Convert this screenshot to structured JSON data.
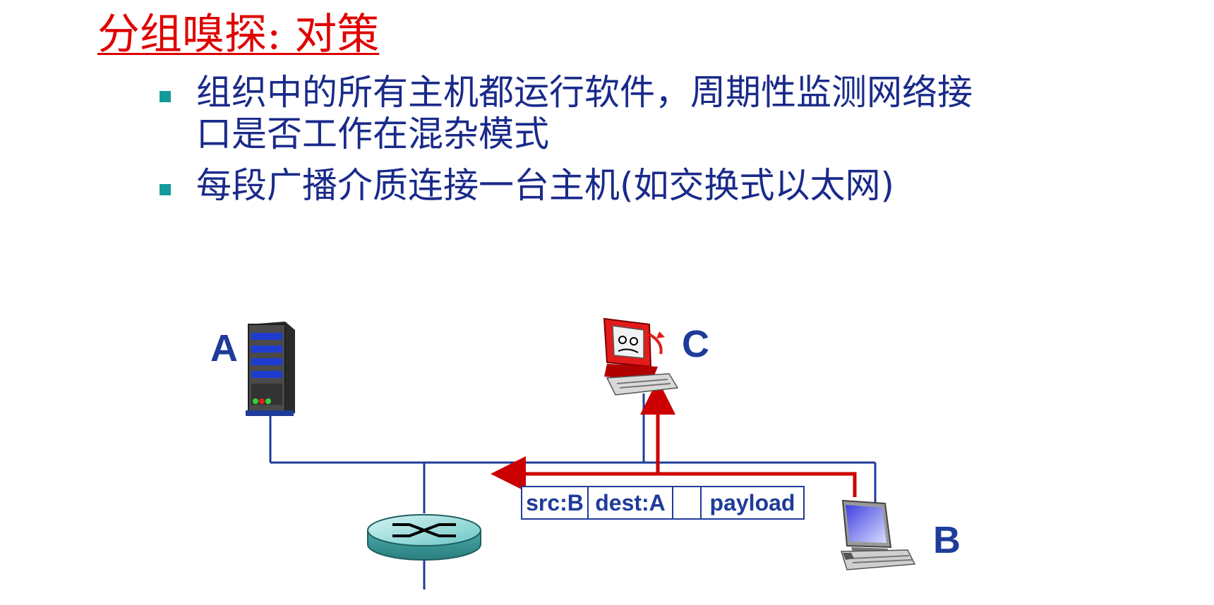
{
  "slide": {
    "title": "分组嗅探: 对策",
    "bullets": [
      {
        "line1": "组织中的所有主机都运行软件，周期性监测网络接",
        "line2": "口是否工作在混杂模式"
      },
      {
        "line1": "每段广播介质连接一台主机(如交换式以太网)"
      }
    ]
  },
  "diagram": {
    "nodes": {
      "a": {
        "label": "A",
        "icon": "server-icon"
      },
      "c": {
        "label": "C",
        "icon": "devil-computer-icon"
      },
      "b": {
        "label": "B",
        "icon": "desktop-computer-icon"
      },
      "switch": {
        "icon": "switch-icon"
      }
    },
    "frame": {
      "src": "src:B",
      "dest": "dest:A",
      "blank": "",
      "payload": "payload"
    },
    "colors": {
      "link": "#1f3c9a",
      "sniff_path": "#cc0000",
      "title": "#e00000",
      "text": "#1a2a8a",
      "bullet": "#149a9a"
    }
  }
}
